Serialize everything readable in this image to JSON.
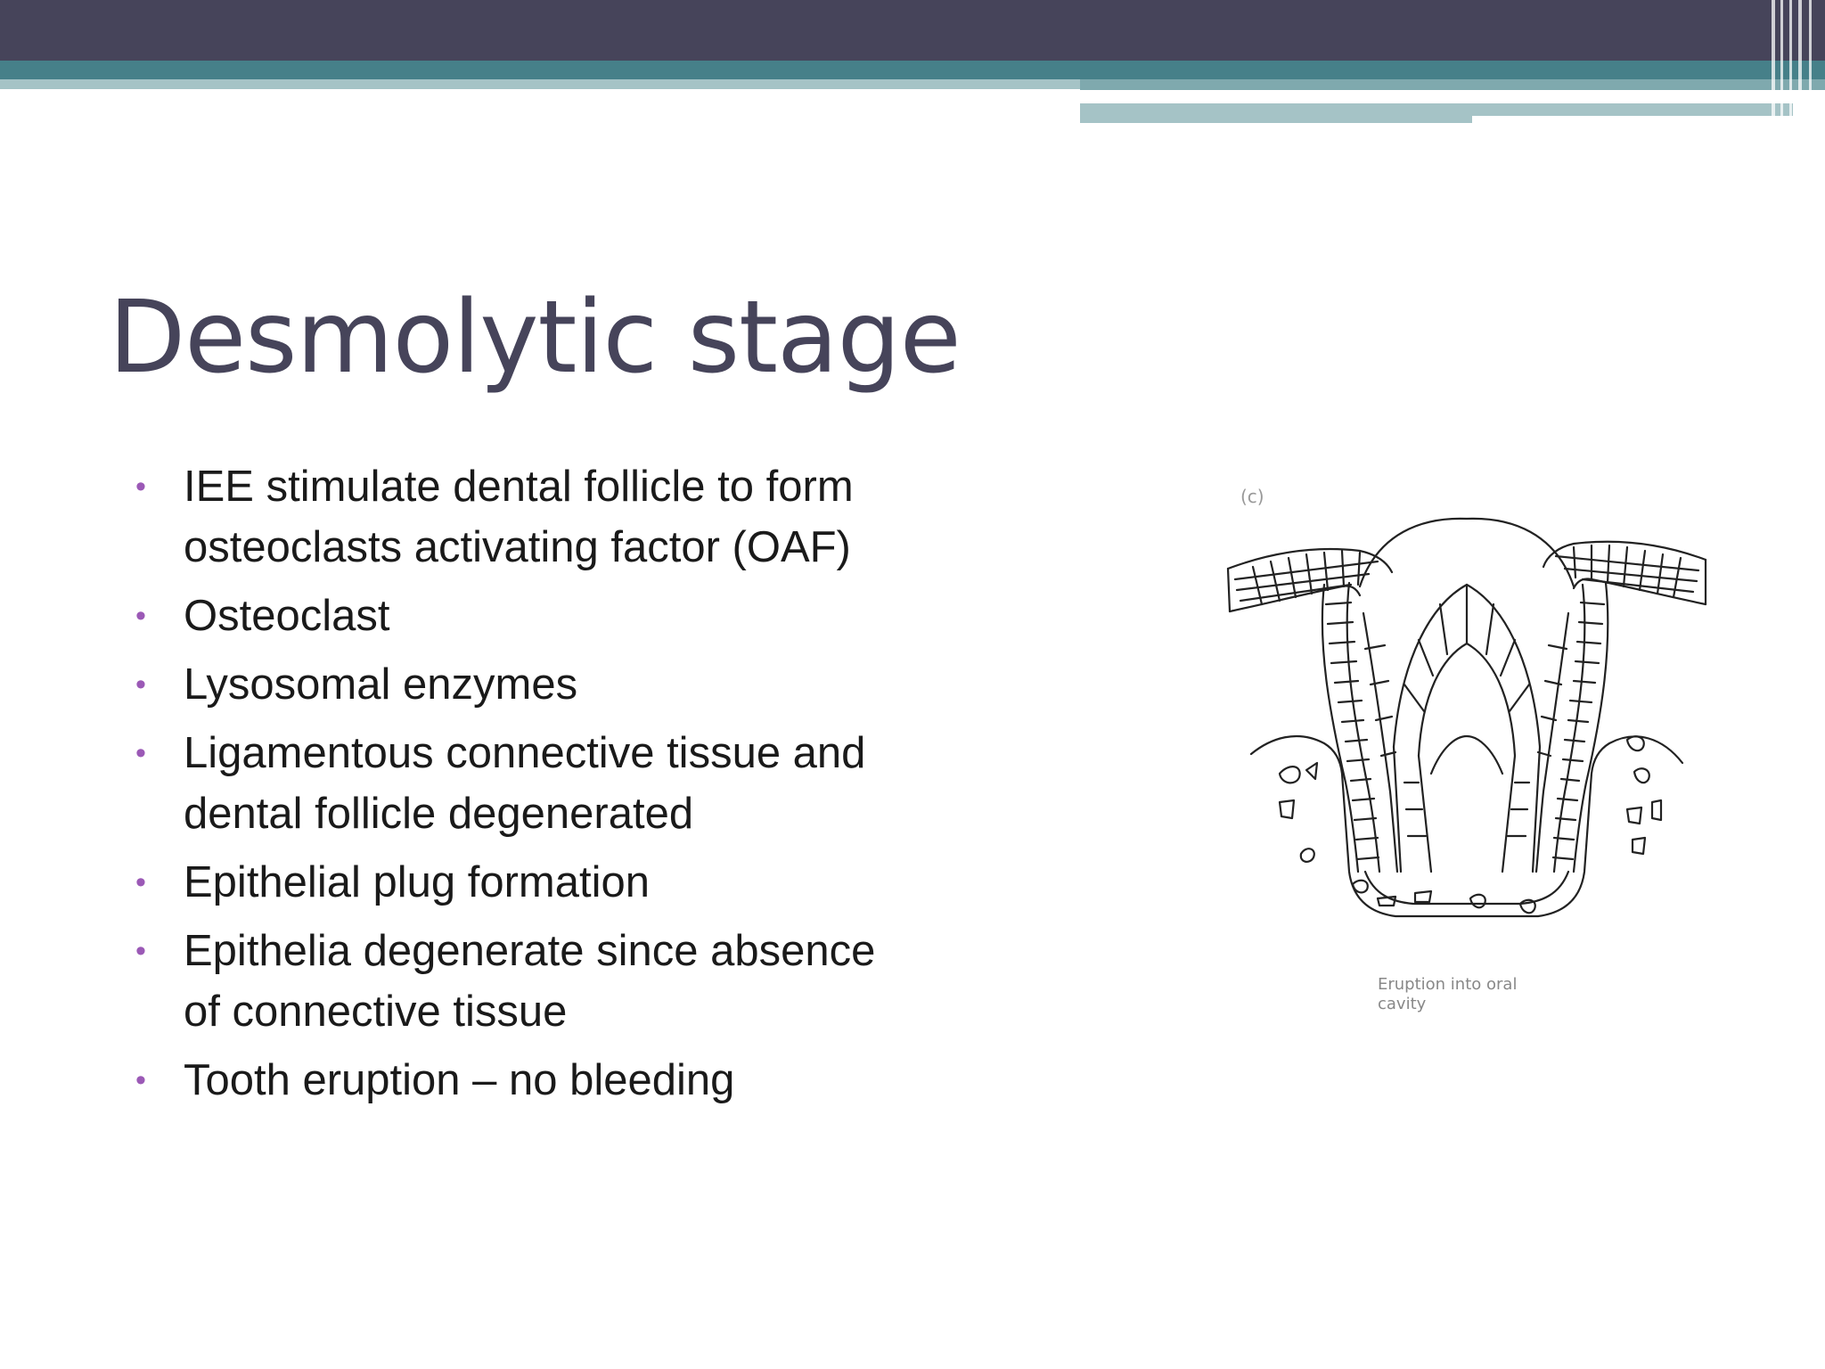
{
  "slide": {
    "title": "Desmolytic stage",
    "bullets": [
      "IEE  stimulate dental follicle to form osteoclasts activating factor (OAF)",
      "Osteoclast",
      "Lysosomal enzymes",
      "Ligamentous connective tissue and dental follicle degenerated",
      "Epithelial plug formation",
      "Epithelia degenerate since absence of connective tissue",
      "Tooth eruption – no bleeding"
    ]
  },
  "figure": {
    "panel_label": "(c)",
    "caption_line1": "Eruption into oral",
    "caption_line2": "cavity"
  },
  "colors": {
    "header_dark": "#46445a",
    "header_teal": "#468089",
    "header_light": "#a5c3c6",
    "title": "#46445a",
    "bullet": "#9b59b6"
  }
}
